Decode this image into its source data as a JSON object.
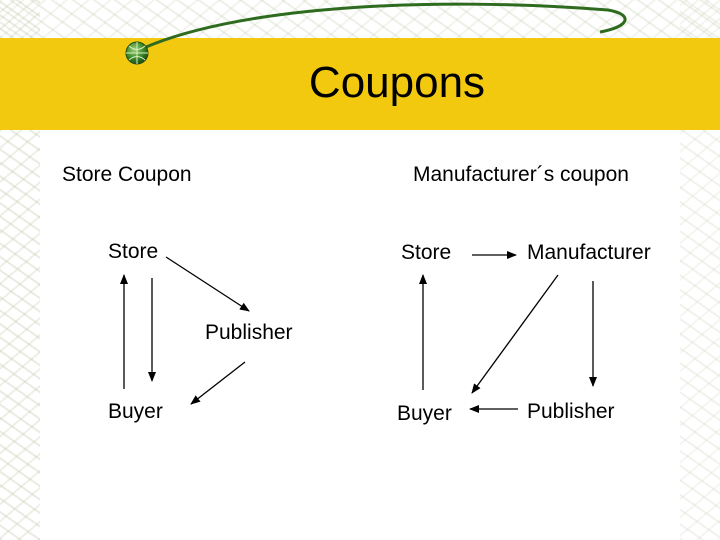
{
  "title": "Coupons",
  "store_coupon": {
    "heading": "Store Coupon",
    "nodes": {
      "store": "Store",
      "publisher": "Publisher",
      "buyer": "Buyer"
    }
  },
  "manufacturer_coupon": {
    "heading": "Manufacturer´s coupon",
    "nodes": {
      "store": "Store",
      "manufacturer": "Manufacturer",
      "buyer": "Buyer",
      "publisher": "Publisher"
    }
  },
  "colors": {
    "accent_band": "#f2c90e",
    "swoosh": "#2e6b1f",
    "arrow": "#000000"
  }
}
